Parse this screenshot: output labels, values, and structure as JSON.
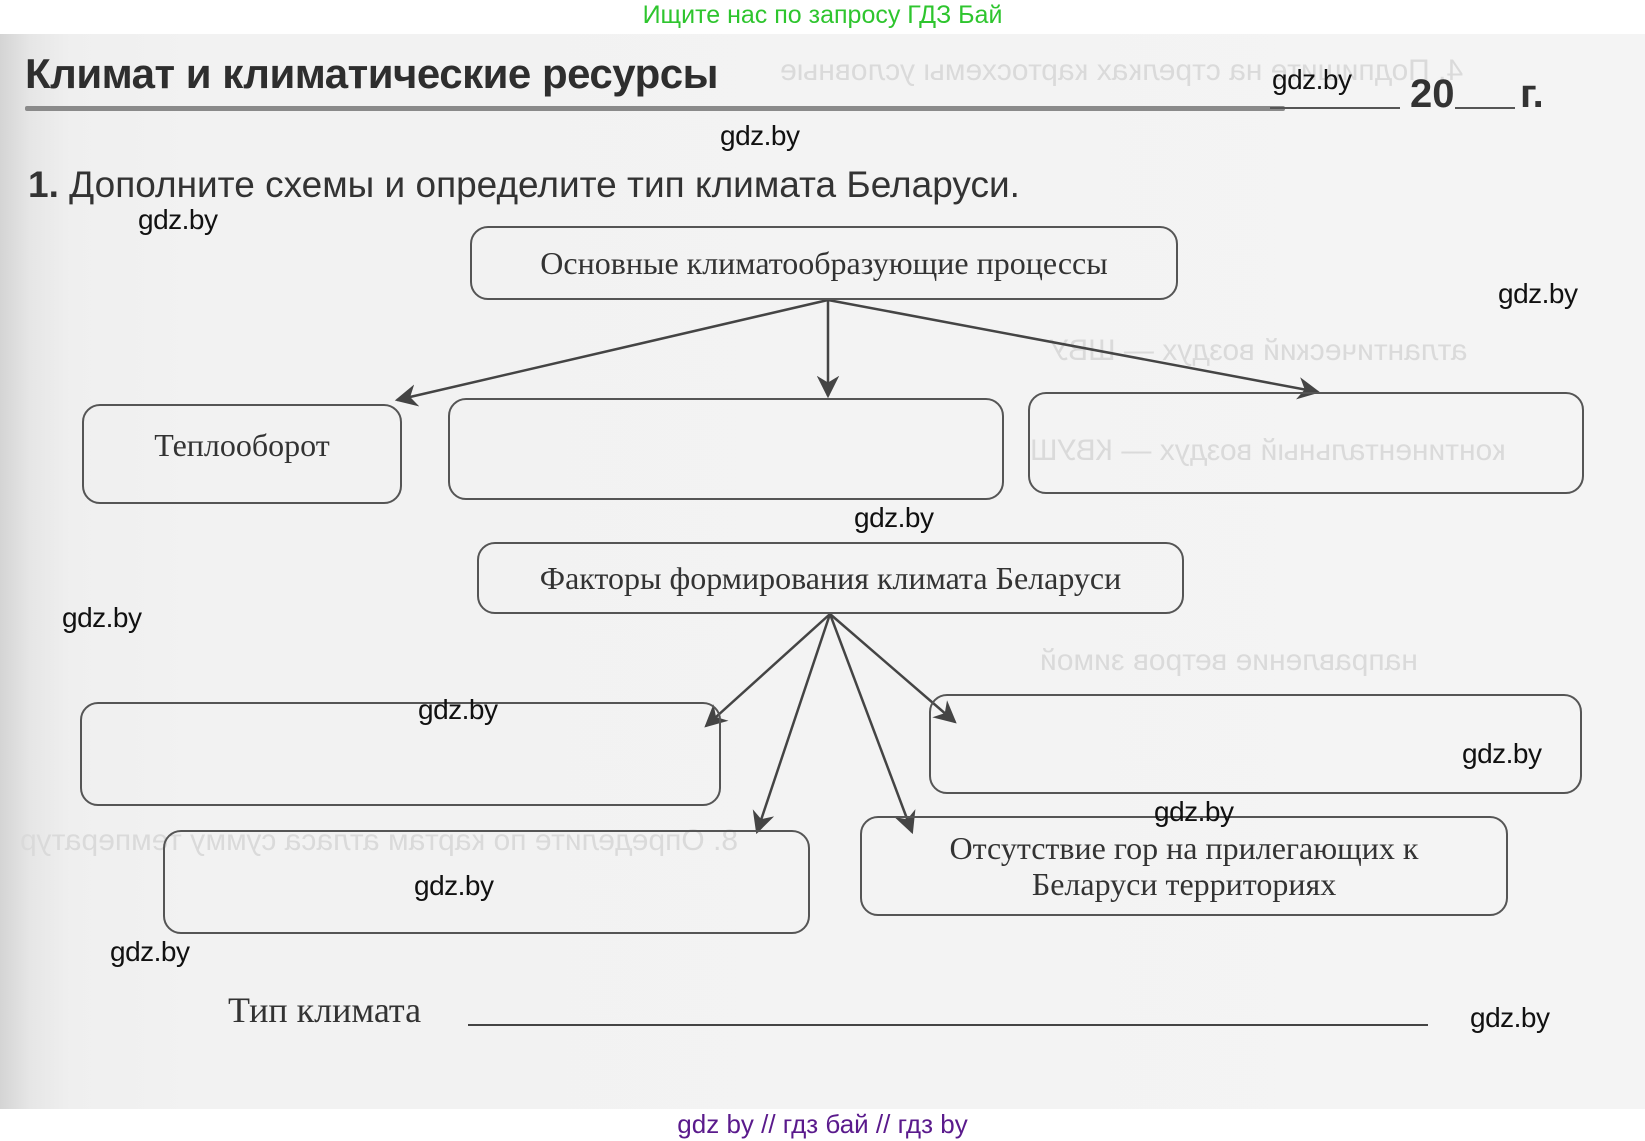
{
  "banner_top": "Ищите нас по запросу ГДЗ Бай",
  "banner_bottom": "gdz by  //  гдз бай  //  гдз by",
  "header": {
    "title": "Климат и климатические ресурсы",
    "date_year": "20",
    "date_suffix": "г."
  },
  "task": {
    "number": "1.",
    "text": "Дополните схемы и определите тип климата Беларуси."
  },
  "scheme1": {
    "root": "Основные климатообразующие процессы",
    "children": [
      {
        "label": "Теплооборот"
      },
      {
        "label": ""
      },
      {
        "label": ""
      }
    ]
  },
  "scheme2": {
    "root": "Факторы формирования климата Беларуси",
    "children": [
      {
        "label": ""
      },
      {
        "label": ""
      },
      {
        "label": ""
      },
      {
        "label": "Отсутствие гор на прилегающих к Беларуси территориях"
      }
    ]
  },
  "climate_type": {
    "label": "Тип климата",
    "value": ""
  },
  "watermarks": [
    "gdz.by",
    "gdz.by",
    "gdz.by",
    "gdz.by",
    "gdz.by",
    "gdz.by",
    "gdz.by",
    "gdz.by",
    "gdz.by",
    "gdz.by",
    "gdz.by",
    "gdz.by"
  ],
  "colors": {
    "banner_top": "#2ec52e",
    "banner_bottom": "#5a1a8c",
    "ink": "#333333",
    "box_border": "#555555"
  }
}
